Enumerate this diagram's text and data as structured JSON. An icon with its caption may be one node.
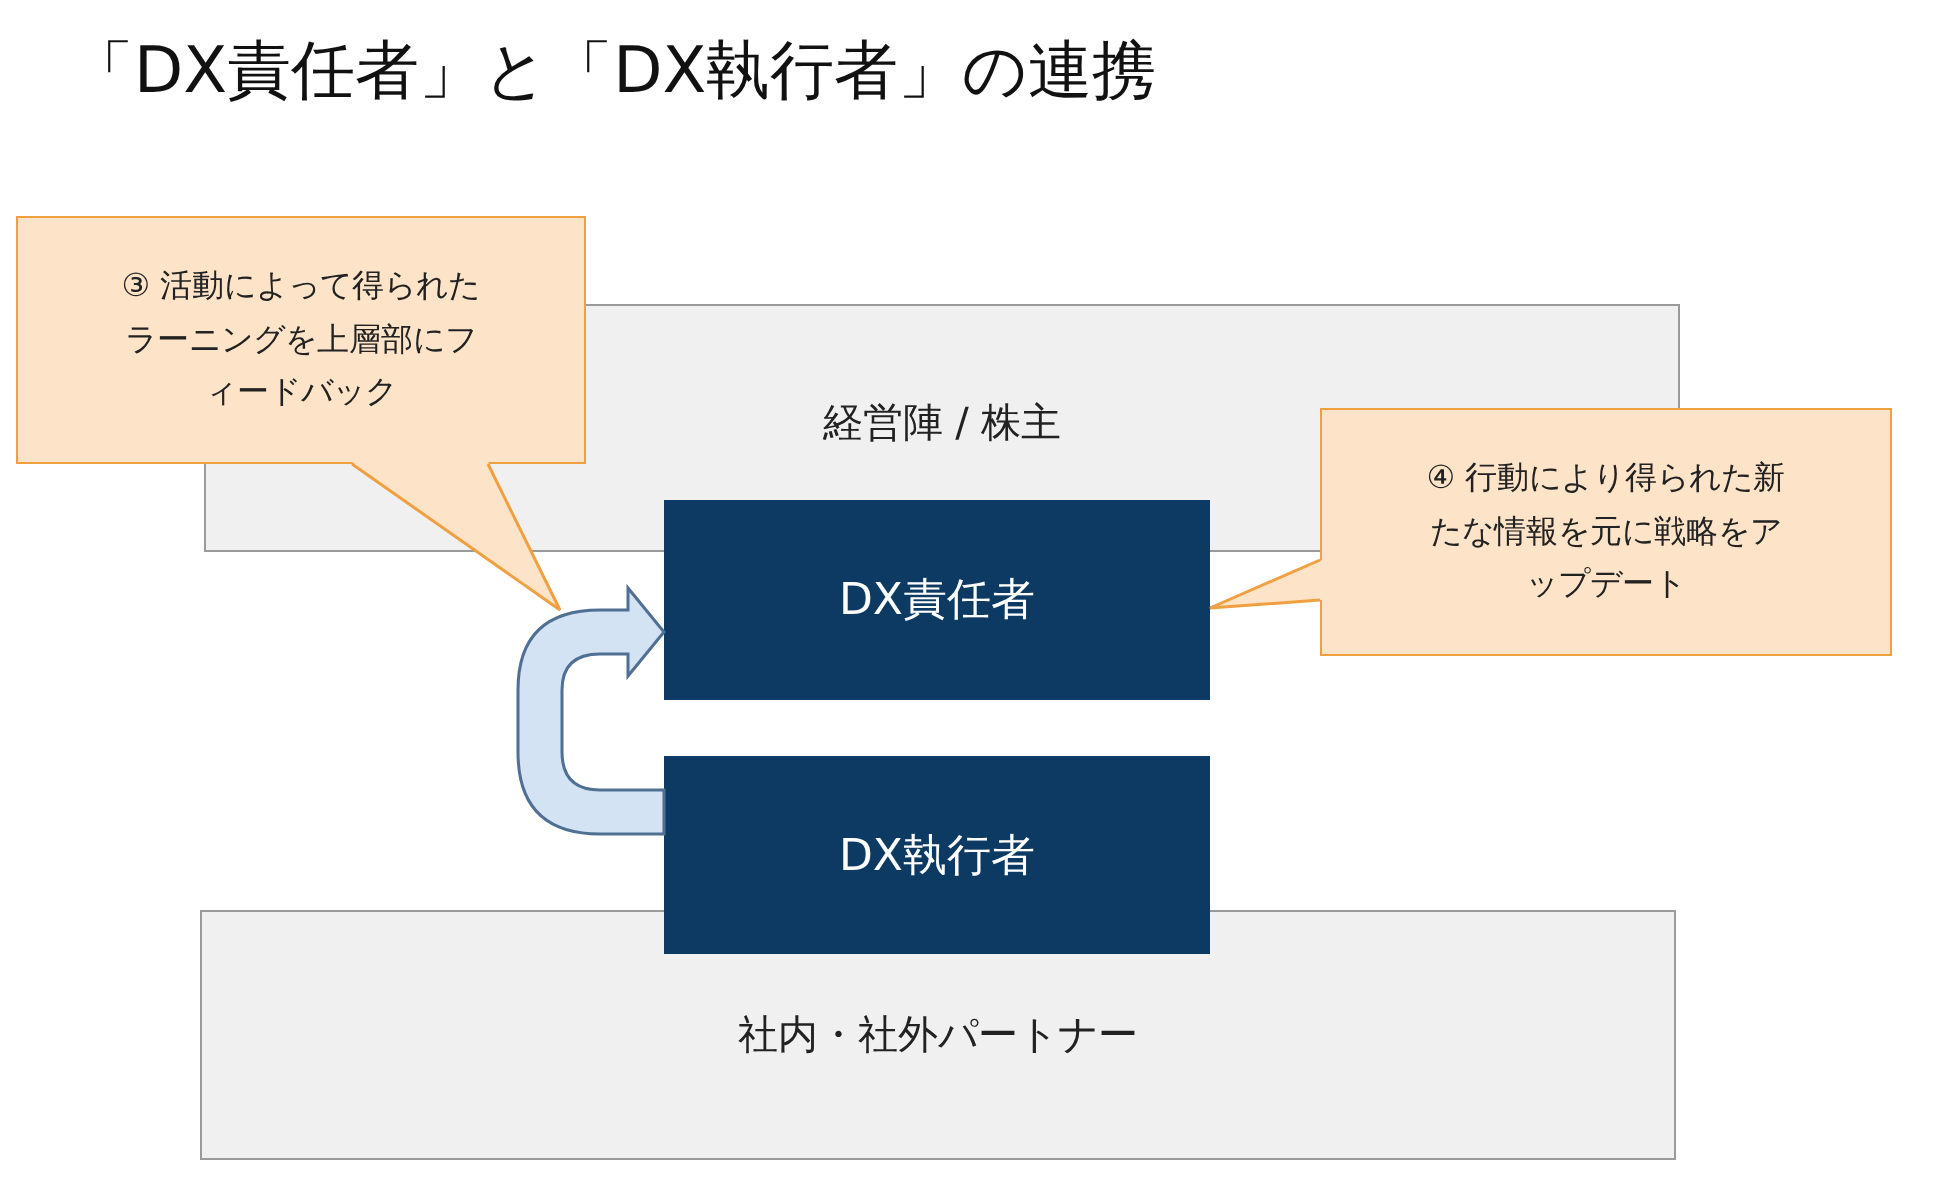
{
  "diagram": {
    "title": "「DX責任者」と「DX執行者」の連携",
    "nodes": [
      {
        "text": [
          "経営陣 / 株主"
        ]
      },
      {
        "text": [
          "社内・社外パートナー"
        ]
      },
      {
        "text": [
          "DX責任者"
        ]
      },
      {
        "text": [
          "DX執行者"
        ]
      },
      {
        "text": [
          "③ 活動によって得られたラーニングを上層部にフィードバック"
        ]
      },
      {
        "text": [
          "④ 行動により得られた新たな情報を元に戦略をアップデート"
        ]
      }
    ],
    "edges": [
      {
        "from": 3,
        "to": 2,
        "arrow": "to"
      },
      {
        "from": 4,
        "to": null,
        "arrow": "none"
      },
      {
        "from": 5,
        "to": 2,
        "arrow": "to"
      }
    ]
  }
}
